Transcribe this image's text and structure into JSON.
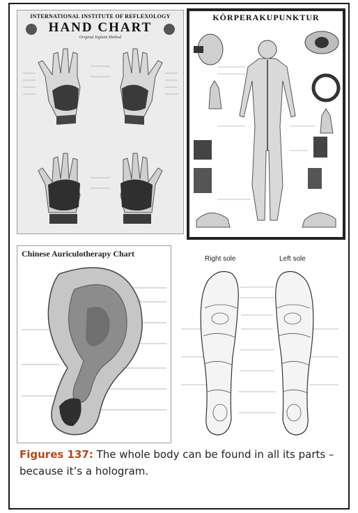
{
  "hand_chart": {
    "header": "INTERNATIONAL INSTITUTE OF REFLEXOLOGY",
    "title": "HAND CHART",
    "subtitle": "Original Ingham Method"
  },
  "body_chart": {
    "title": "KÖRPERAKUPUNKTUR"
  },
  "ear_chart": {
    "title": "Chinese Auriculotherapy Chart"
  },
  "foot_chart": {
    "right_label": "Right sole",
    "left_label": "Left sole"
  },
  "caption": {
    "label": "Figures 137:",
    "text": " The whole body can be found in all its parts – because it’s a hologram."
  }
}
